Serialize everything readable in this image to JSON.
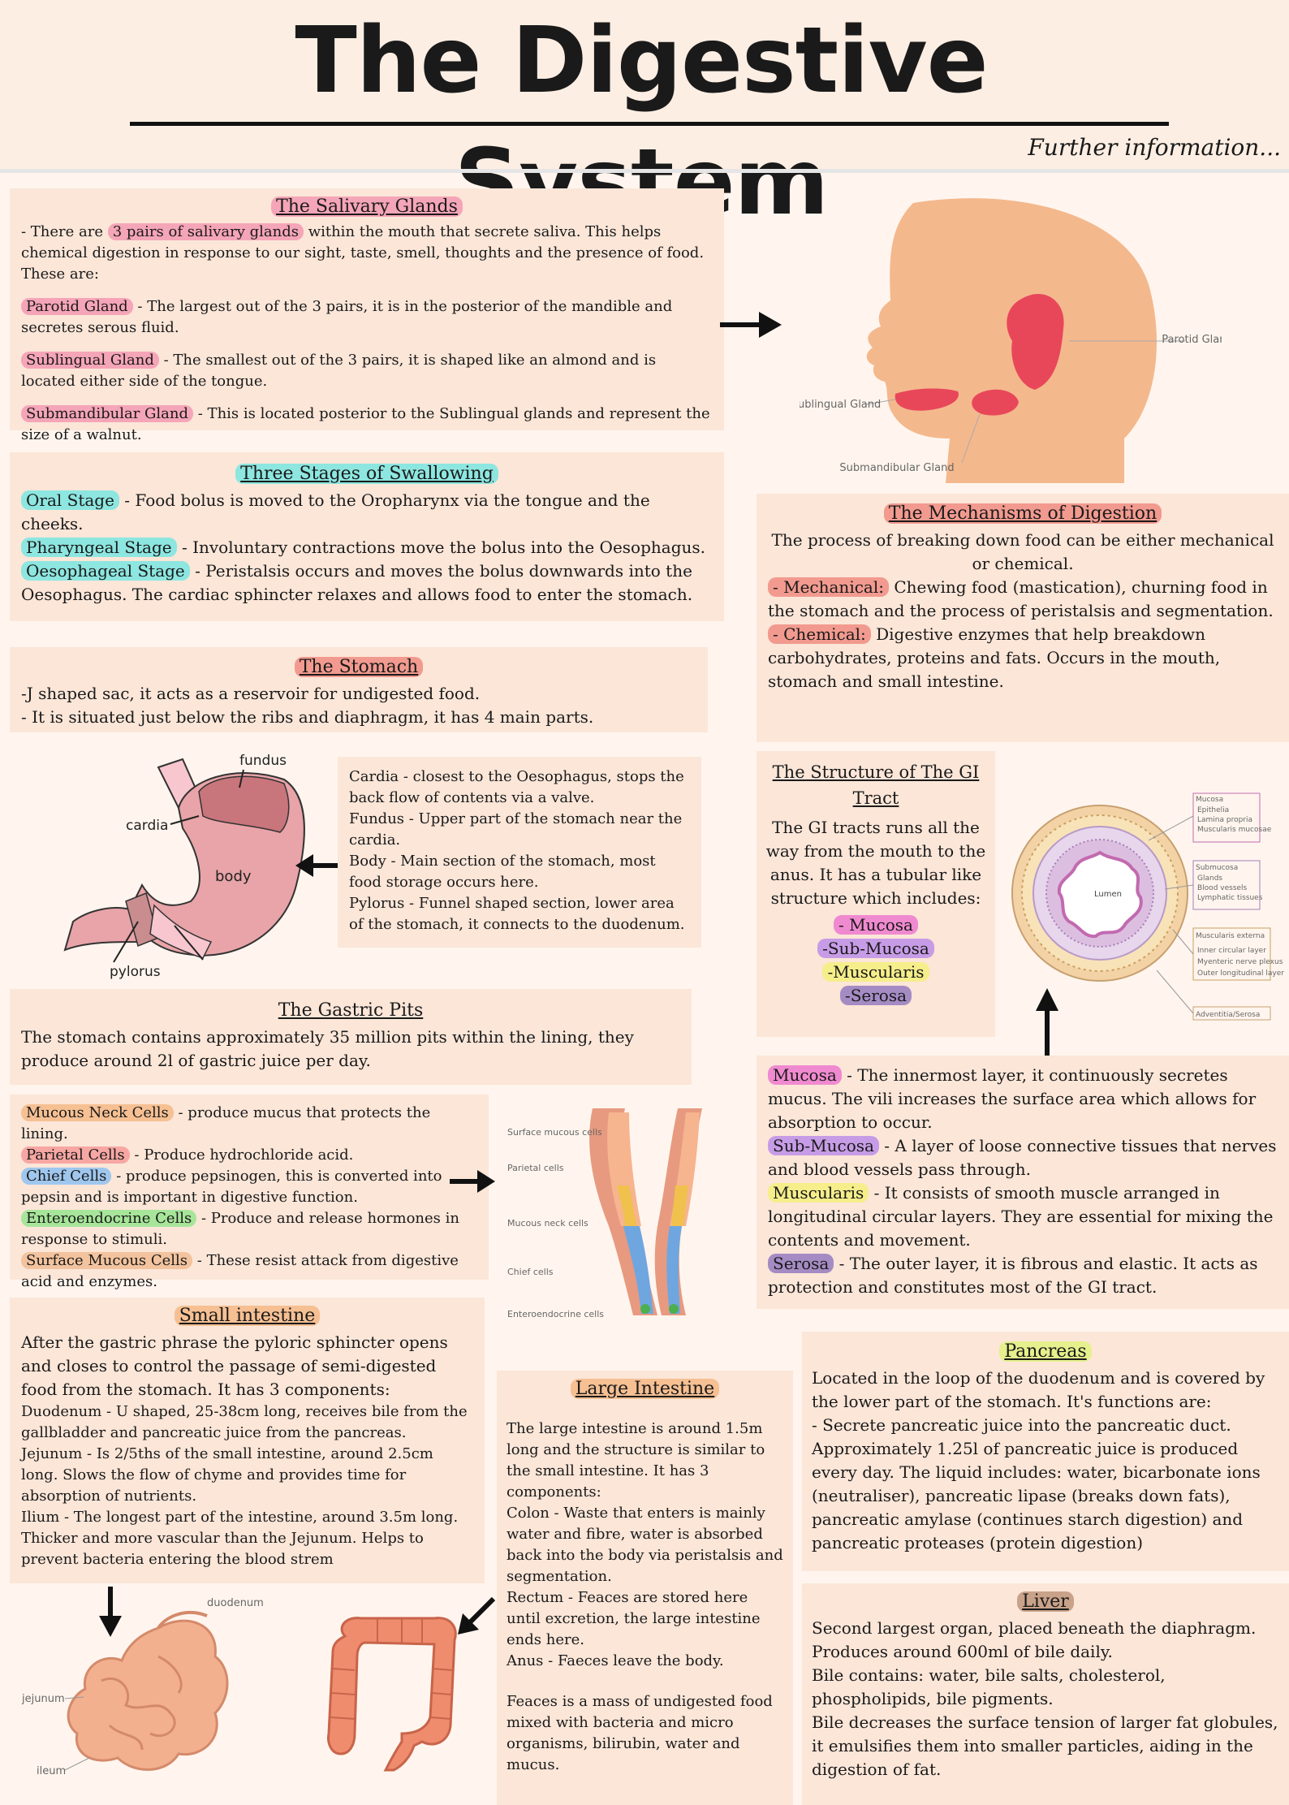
{
  "header": {
    "title": "The Digestive System",
    "subtitle": "Further information..."
  },
  "salivary": {
    "heading": "The Salivary Glands",
    "intro_pre": "- There are ",
    "intro_hl": "3 pairs of salivary glands",
    "intro_post": " within the mouth that secrete saliva. This helps chemical digestion in response to our sight, taste, smell, thoughts and the presence of food. These are:",
    "parotid_term": "Parotid Gland",
    "parotid_text": " - The largest out of the 3 pairs, it is in the posterior of the mandible and secretes serous fluid.",
    "sublingual_term": "Sublingual Gland",
    "sublingual_text": " - The smallest out of the 3 pairs, it is shaped like an almond and is located either side of the tongue.",
    "submandibular_term": "Submandibular Gland",
    "submandibular_text": " - This is located posterior to the Sublingual glands and represent the size of a walnut."
  },
  "head_diagram": {
    "parotid": "Parotid Gland",
    "sublingual": "Sublingual Gland",
    "submandibular": "Submandibular Gland"
  },
  "swallowing": {
    "heading": "Three Stages of Swallowing",
    "oral_term": "Oral Stage",
    "oral_text": " - Food bolus is moved to the Oropharynx via the tongue and the cheeks.",
    "pharyngeal_term": "Pharyngeal Stage",
    "pharyngeal_text": " - Involuntary contractions move the bolus into the Oesophagus.",
    "oesophageal_term": "Oesophageal Stage",
    "oesophageal_text": " - Peristalsis occurs and moves the bolus downwards into the Oesophagus. The cardiac sphincter relaxes and allows food to enter the stomach."
  },
  "mechanisms": {
    "heading": "The Mechanisms of Digestion",
    "intro": "The process of breaking down food can be either mechanical or chemical.",
    "mechanical_term": "- Mechanical:",
    "mechanical_text": " Chewing food (mastication), churning food in the stomach and the process of peristalsis and segmentation.",
    "chemical_term": "- Chemical:",
    "chemical_text": " Digestive enzymes that help breakdown carbohydrates, proteins and fats. Occurs in the mouth, stomach and small intestine."
  },
  "stomach": {
    "heading": "The Stomach",
    "line1": "-J shaped sac, it acts as a reservoir for undigested food.",
    "line2": "- It is situated just below the ribs and diaphragm, it has 4 main parts.",
    "parts": [
      "Cardia - closest to the Oesophagus, stops the back flow of contents via a valve.",
      "Fundus - Upper part of the stomach near the cardia.",
      "Body - Main section of the stomach, most food storage occurs here.",
      "Pylorus - Funnel shaped section, lower area of the stomach, it connects to the duodenum."
    ],
    "labels": {
      "fundus": "fundus",
      "cardia": "cardia",
      "body": "body",
      "pylorus": "pylorus"
    }
  },
  "gi_tract": {
    "heading": "The Structure of The GI Tract",
    "intro": "The GI tracts runs all the way from the mouth to the anus. It has a tubular like structure which includes:",
    "layers": [
      "- Mucosa",
      "-Sub-Mucosa",
      "-Muscularis",
      "-Serosa"
    ],
    "diagram_labels": {
      "mucosa_group": [
        "Mucosa",
        "Epithelia",
        "Lamina propria",
        "Muscularis mucosae"
      ],
      "submucosa_group": [
        "Submucosa",
        "Glands",
        "Blood vessels",
        "Lymphatic tissues"
      ],
      "muscularis_group": [
        "Muscularis externa",
        "Inner circular layer",
        "Myenteric nerve plexus",
        "Outer longitudinal layer"
      ],
      "adventitia": "Adventitia/Serosa",
      "lumen": "Lumen"
    }
  },
  "layers_detail": {
    "mucosa_term": "Mucosa",
    "mucosa_text": " - The innermost layer, it continuously secretes mucus. The vili increases the surface area which allows for absorption to occur.",
    "submucosa_term": "Sub-Mucosa",
    "submucosa_text": " - A layer of loose connective tissues that nerves and blood vessels pass through.",
    "muscularis_term": "Muscularis",
    "muscularis_text": " - It consists of smooth muscle arranged in longitudinal circular layers. They are essential for mixing the contents and movement.",
    "serosa_term": "Serosa",
    "serosa_text": " - The outer layer, it is fibrous and elastic. It acts as protection and constitutes most of the GI tract."
  },
  "gastric_pits": {
    "heading": "The Gastric Pits",
    "text": "The stomach contains approximately 35 million pits within the lining, they produce around 2l of gastric juice per day."
  },
  "cells": {
    "mucous_neck_term": "Mucous Neck Cells",
    "mucous_neck_text": " - produce mucus that protects the lining.",
    "parietal_term": "Parietal Cells",
    "parietal_text": " - Produce hydrochloride acid.",
    "chief_term": "Chief Cells",
    "chief_text": " - produce pepsinogen, this is converted into pepsin and is important in digestive function.",
    "entero_term": "Enteroendocrine Cells",
    "entero_text": " - Produce and release hormones in response to stimuli.",
    "surface_term": "Surface Mucous Cells",
    "surface_text": " - These resist attack from digestive acid and enzymes.",
    "diagram_labels": [
      "Surface mucous cells",
      "Parietal cells",
      "Mucous neck cells",
      "Chief cells",
      "Enteroendocrine cells"
    ]
  },
  "small_intestine": {
    "heading": "Small intestine",
    "intro": "After the gastric phrase the pyloric sphincter opens and closes to control the passage of semi-digested food from the stomach. It has 3 components:",
    "parts": [
      "Duodenum - U shaped, 25-38cm long, receives bile from the gallbladder and pancreatic juice from the pancreas.",
      "Jejunum - Is 2/5ths of the small intestine, around 2.5cm long. Slows the flow of chyme and provides time for absorption of nutrients.",
      "Ilium - The longest part of the intestine, around 3.5m long. Thicker and more vascular than the Jejunum. Helps to prevent bacteria entering the blood strem"
    ],
    "labels": {
      "duodenum": "duodenum",
      "jejunum": "jejunum",
      "ileum": "ileum"
    }
  },
  "large_intestine": {
    "heading": "Large Intestine",
    "intro": "The large intestine is around 1.5m long and the structure is similar to the small intestine. It has 3 components:",
    "parts": [
      "Colon - Waste that enters is mainly water and fibre, water is absorbed back into the body via peristalsis and segmentation.",
      "Rectum - Feaces are stored here until excretion, the large intestine ends here.",
      "Anus - Faeces leave the body."
    ],
    "outro": "Feaces is a mass of undigested food mixed with bacteria and micro organisms, bilirubin, water and mucus."
  },
  "pancreas": {
    "heading": "Pancreas",
    "intro": "Located in the loop of the duodenum and is covered by the lower part of the stomach. It's functions are:",
    "line1": "- Secrete pancreatic juice into the pancreatic duct.",
    "line2": "Approximately 1.25l of pancreatic juice is produced every day. The liquid includes: water, bicarbonate ions (neutraliser), pancreatic lipase (breaks down fats), pancreatic amylase (continues starch digestion) and pancreatic proteases (protein digestion)"
  },
  "liver": {
    "heading": "Liver",
    "lines": [
      "Second largest organ, placed beneath the diaphragm.",
      "Produces around 600ml of bile daily.",
      "Bile contains: water, bile salts, cholesterol, phospholipids, bile pigments.",
      "Bile decreases the surface tension of larger fat globules, it emulsifies them into smaller particles, aiding in the digestion of fat."
    ]
  },
  "colors": {
    "background": "#fff5ee",
    "box": "#fbe6d8",
    "skin": "#f4b88d",
    "gland": "#e8475a"
  }
}
